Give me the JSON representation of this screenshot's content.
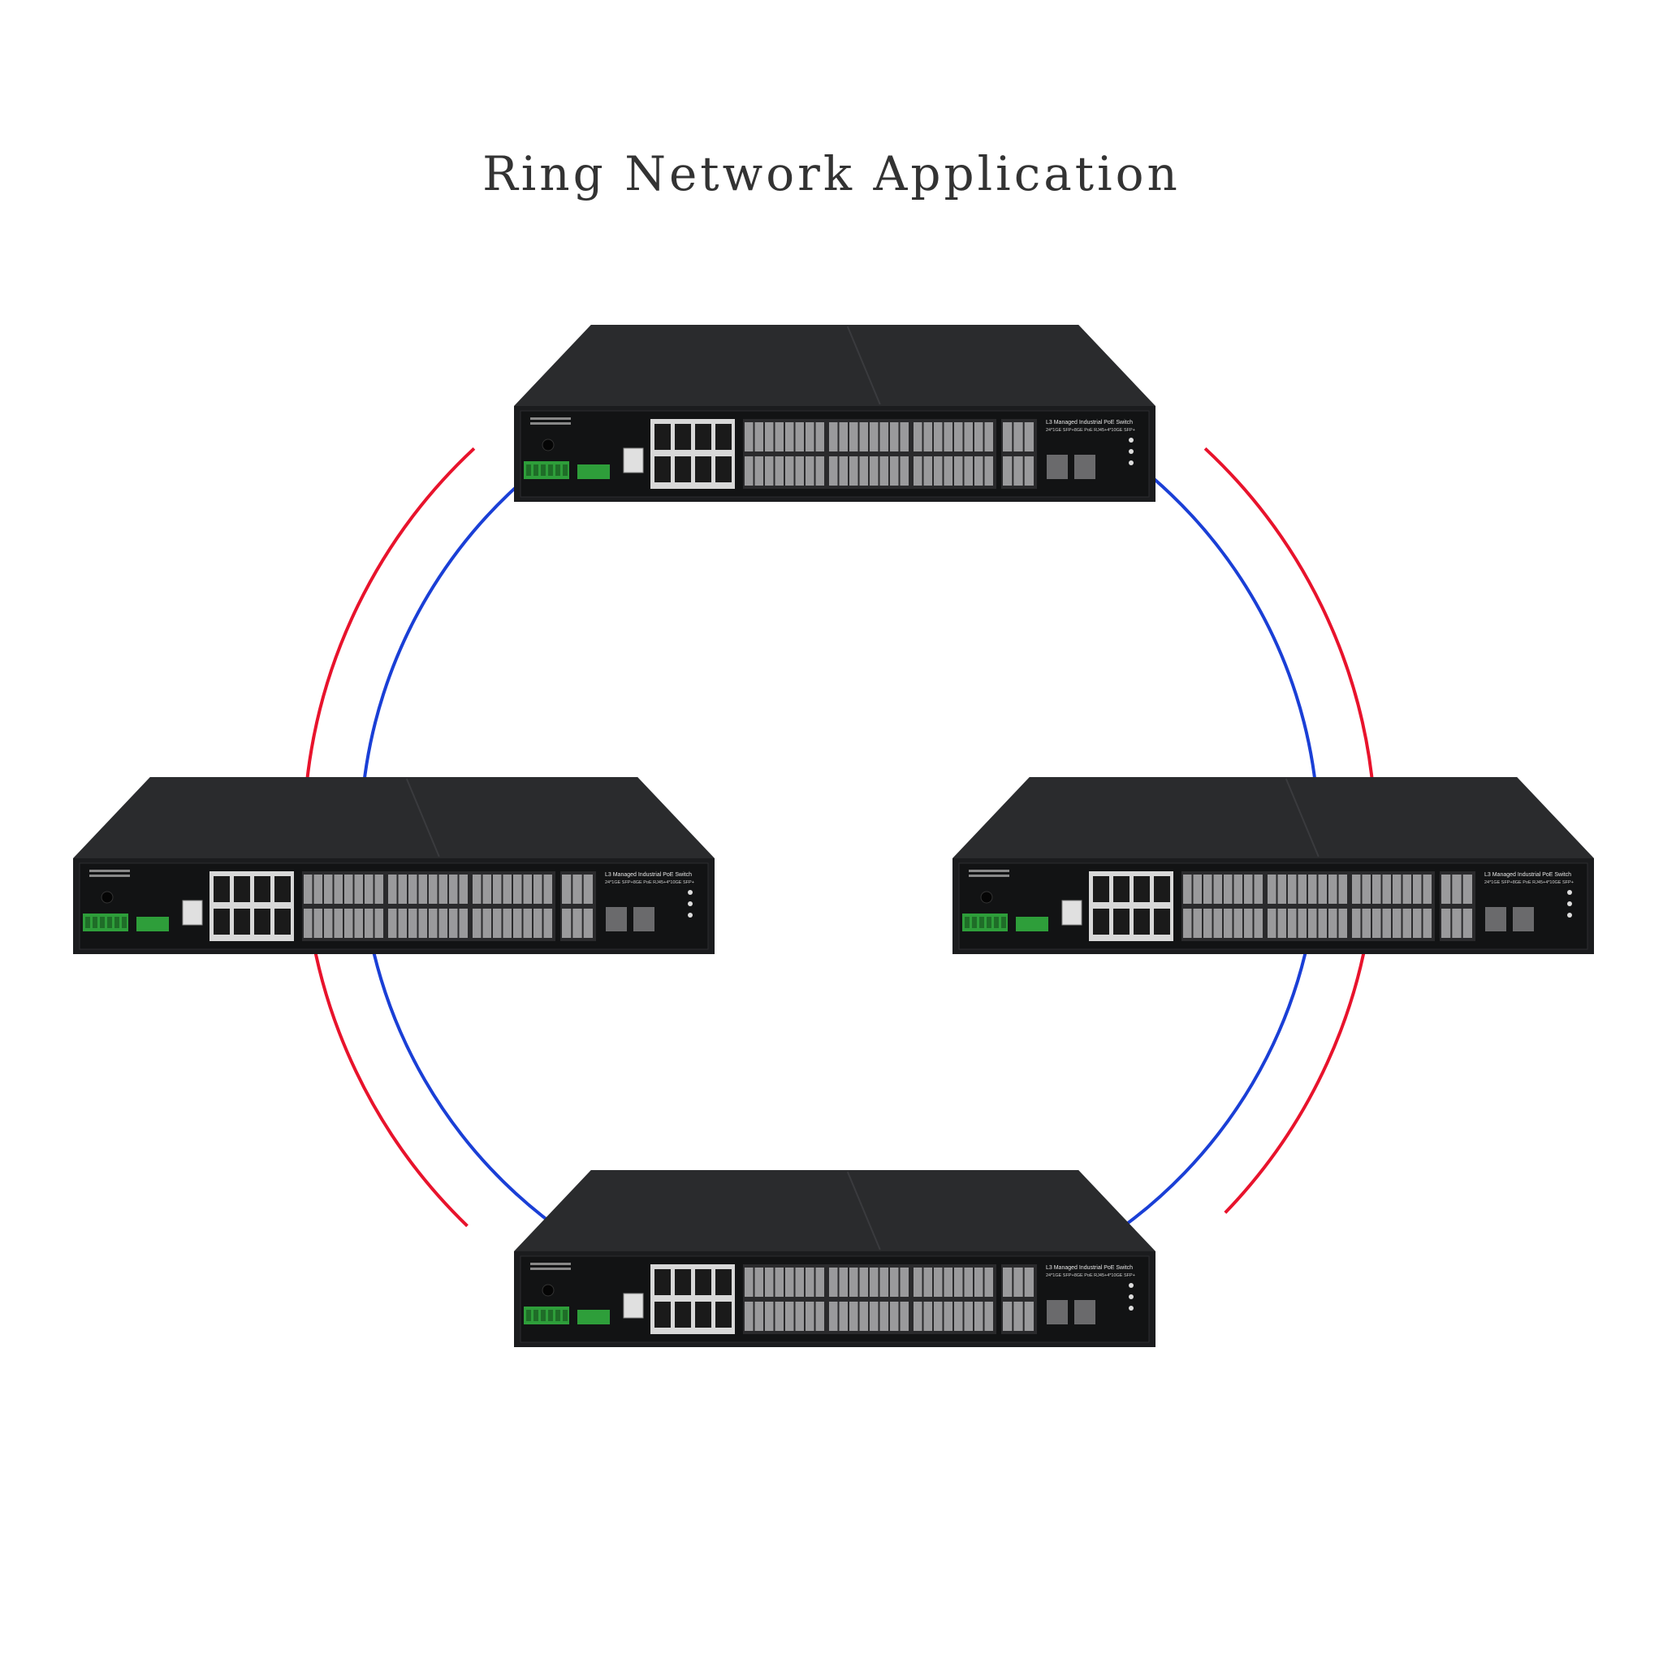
{
  "title": "Ring Network Application",
  "colors": {
    "background": "#ffffff",
    "title_text": "#333333",
    "outer_ring": "#e8132c",
    "inner_ring": "#1a3fd6",
    "switch_top": "#2a2b2d",
    "switch_front": "#1b1c1e",
    "port_light": "#d8d8d8",
    "terminal_green": "#2e9e3a"
  },
  "switches": [
    {
      "id": "top",
      "name": "L3 Managed Industrial PoE Switch",
      "spec": "24*1GE SFP+8GE PoE RJ45+4*10GE SFP+"
    },
    {
      "id": "left",
      "name": "L3 Managed Industrial PoE Switch",
      "spec": "24*1GE SFP+8GE PoE RJ45+4*10GE SFP+"
    },
    {
      "id": "right",
      "name": "L3 Managed Industrial PoE Switch",
      "spec": "24*1GE SFP+8GE PoE RJ45+4*10GE SFP+"
    },
    {
      "id": "bottom",
      "name": "L3 Managed Industrial PoE Switch",
      "spec": "24*1GE SFP+8GE PoE RJ45+4*10GE SFP+"
    }
  ],
  "links": [
    {
      "ring": "outer",
      "from": "top",
      "to": "right"
    },
    {
      "ring": "outer",
      "from": "right",
      "to": "bottom"
    },
    {
      "ring": "outer",
      "from": "bottom",
      "to": "left"
    },
    {
      "ring": "outer",
      "from": "left",
      "to": "top"
    },
    {
      "ring": "inner",
      "from": "top",
      "to": "right"
    },
    {
      "ring": "inner",
      "from": "right",
      "to": "bottom"
    },
    {
      "ring": "inner",
      "from": "bottom",
      "to": "left"
    },
    {
      "ring": "inner",
      "from": "left",
      "to": "top"
    }
  ]
}
